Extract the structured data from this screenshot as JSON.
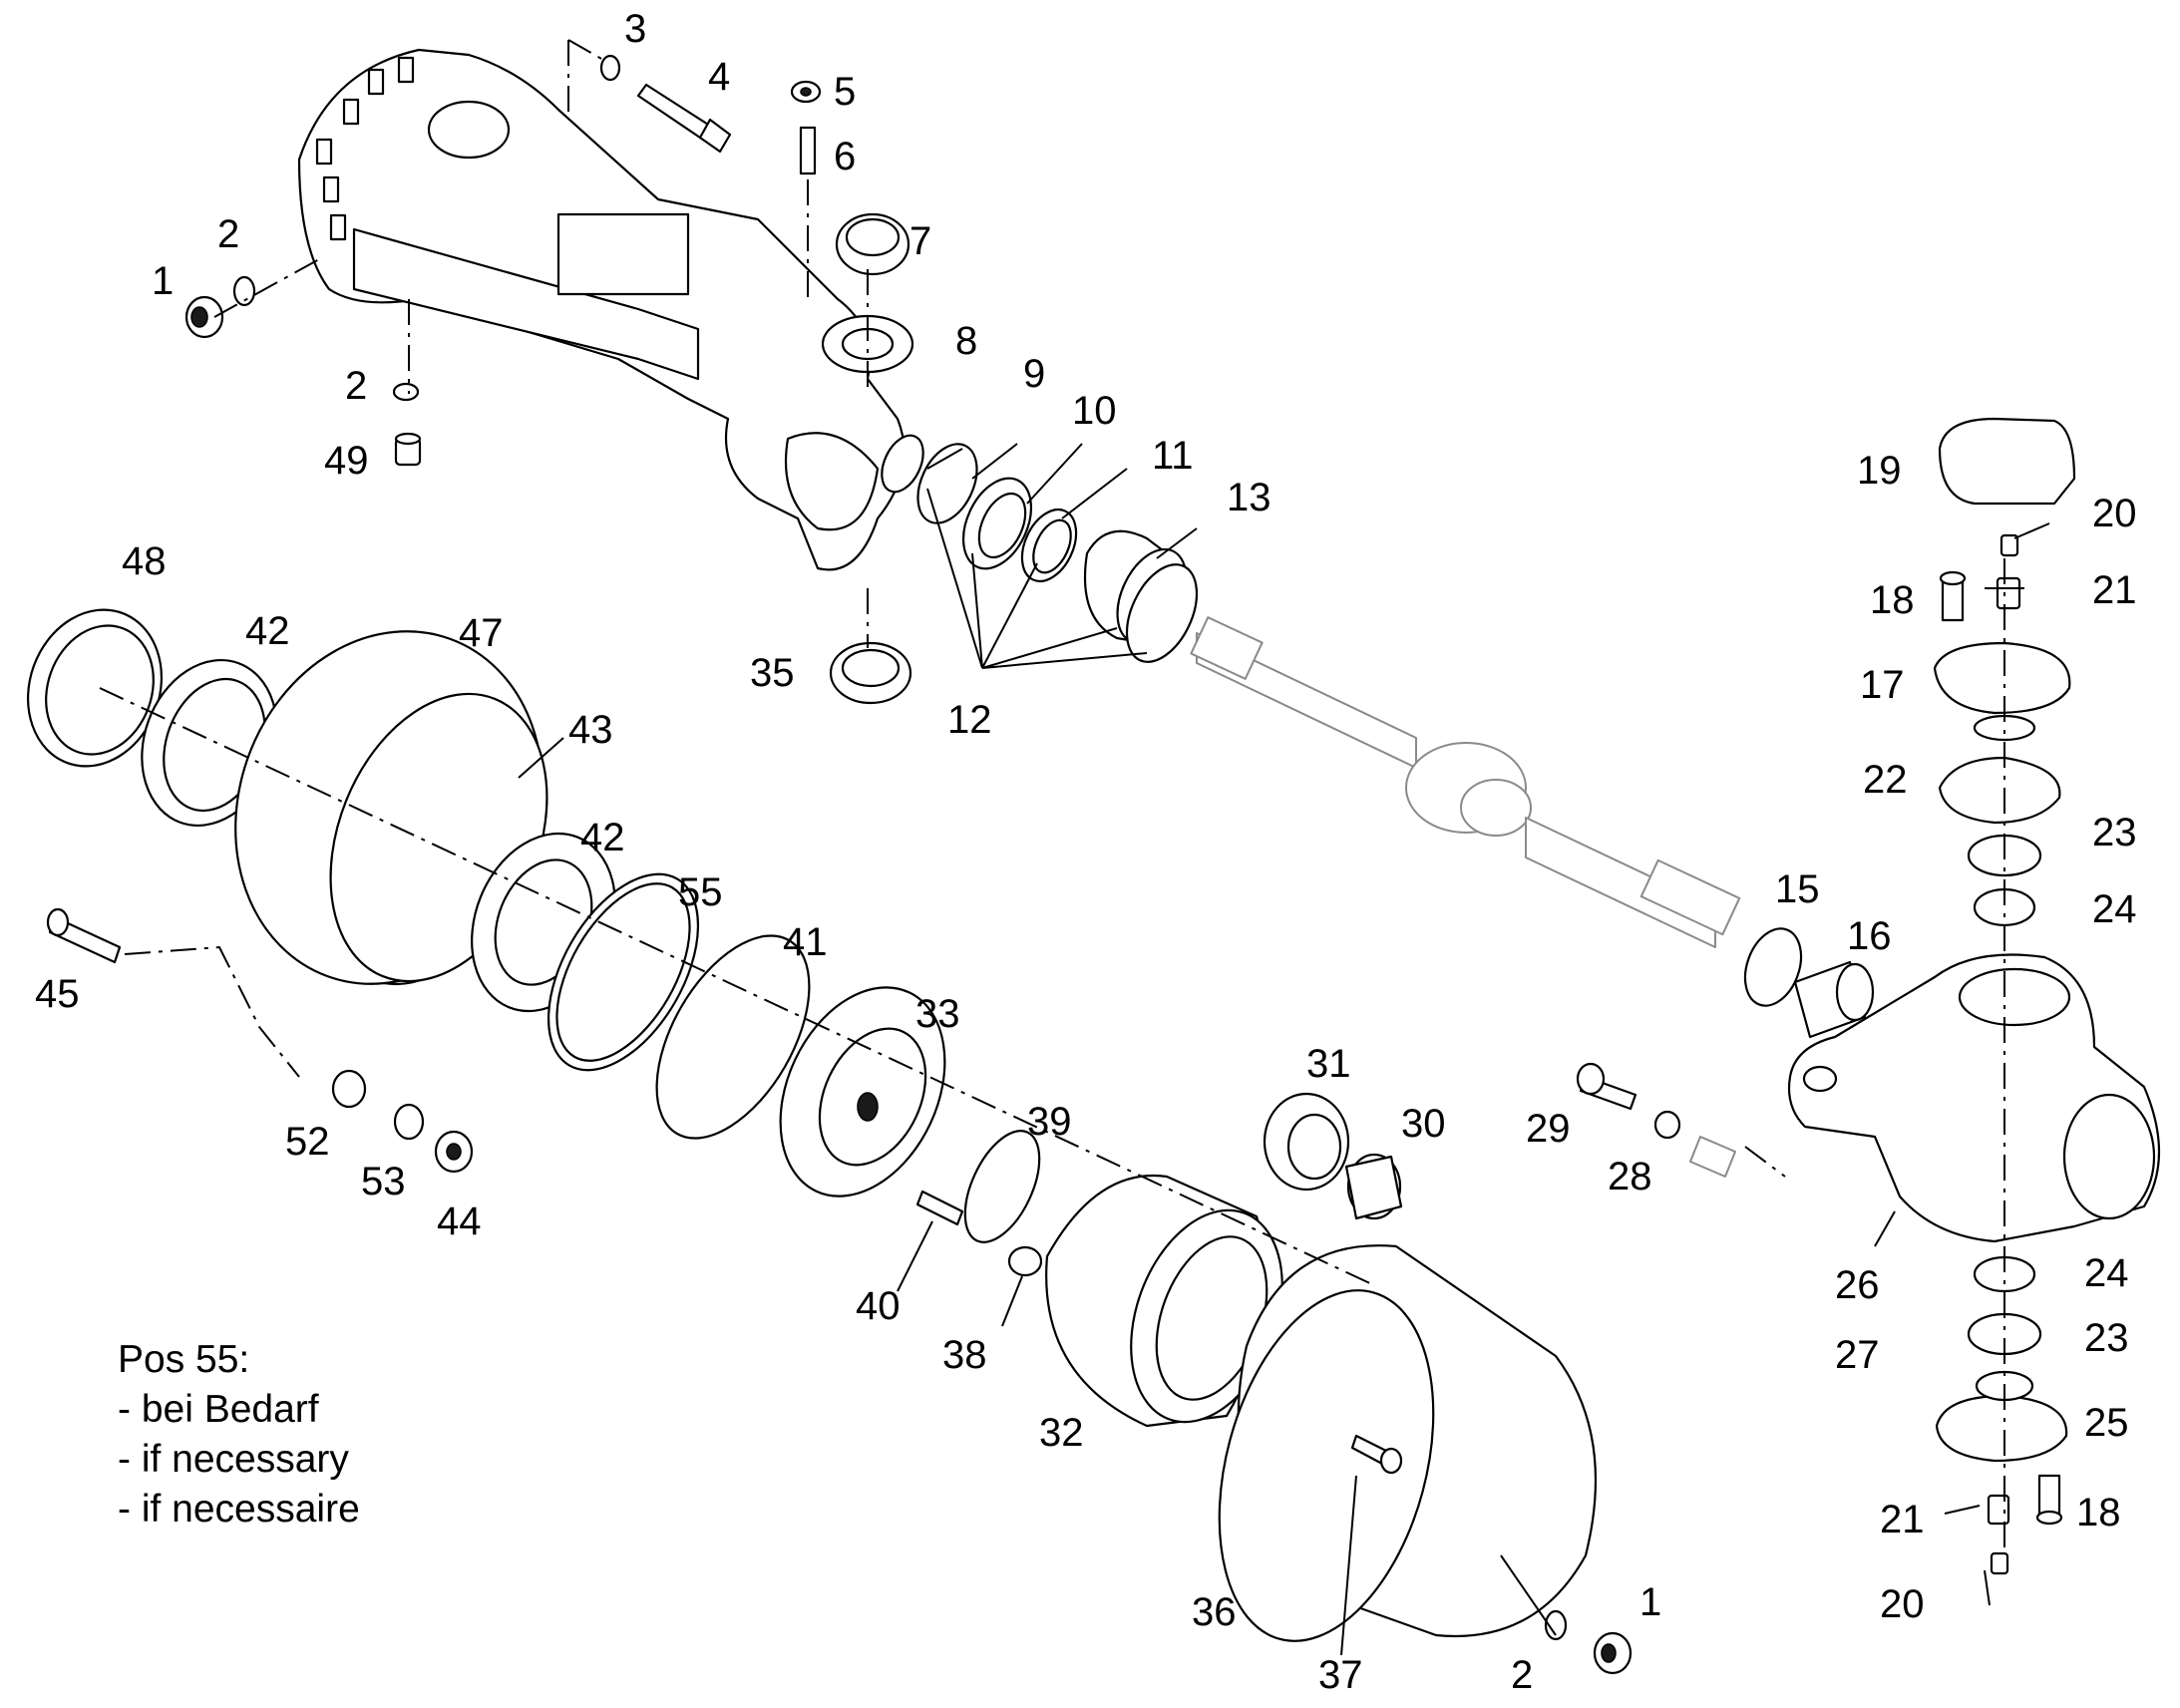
{
  "callouts": [
    {
      "id": "c1a",
      "text": "1"
    },
    {
      "id": "c2a",
      "text": "2"
    },
    {
      "id": "c3",
      "text": "3"
    },
    {
      "id": "c4",
      "text": "4"
    },
    {
      "id": "c5",
      "text": "5"
    },
    {
      "id": "c6",
      "text": "6"
    },
    {
      "id": "c7",
      "text": "7"
    },
    {
      "id": "c2b",
      "text": "2"
    },
    {
      "id": "c49",
      "text": "49"
    },
    {
      "id": "c8",
      "text": "8"
    },
    {
      "id": "c9",
      "text": "9"
    },
    {
      "id": "c10",
      "text": "10"
    },
    {
      "id": "c11",
      "text": "11"
    },
    {
      "id": "c13",
      "text": "13"
    },
    {
      "id": "c35",
      "text": "35"
    },
    {
      "id": "c12",
      "text": "12"
    },
    {
      "id": "c48",
      "text": "48"
    },
    {
      "id": "c42a",
      "text": "42"
    },
    {
      "id": "c47",
      "text": "47"
    },
    {
      "id": "c43",
      "text": "43"
    },
    {
      "id": "c42b",
      "text": "42"
    },
    {
      "id": "c55",
      "text": "55"
    },
    {
      "id": "c41",
      "text": "41"
    },
    {
      "id": "c33",
      "text": "33"
    },
    {
      "id": "c45",
      "text": "45"
    },
    {
      "id": "c52",
      "text": "52"
    },
    {
      "id": "c53",
      "text": "53"
    },
    {
      "id": "c44",
      "text": "44"
    },
    {
      "id": "c39",
      "text": "39"
    },
    {
      "id": "c31",
      "text": "31"
    },
    {
      "id": "c30",
      "text": "30"
    },
    {
      "id": "c40",
      "text": "40"
    },
    {
      "id": "c38",
      "text": "38"
    },
    {
      "id": "c32",
      "text": "32"
    },
    {
      "id": "c36",
      "text": "36"
    },
    {
      "id": "c37",
      "text": "37"
    },
    {
      "id": "c2c",
      "text": "2"
    },
    {
      "id": "c1b",
      "text": "1"
    },
    {
      "id": "c19",
      "text": "19"
    },
    {
      "id": "c20a",
      "text": "20"
    },
    {
      "id": "c18a",
      "text": "18"
    },
    {
      "id": "c21a",
      "text": "21"
    },
    {
      "id": "c17",
      "text": "17"
    },
    {
      "id": "c22",
      "text": "22"
    },
    {
      "id": "c23a",
      "text": "23"
    },
    {
      "id": "c24a",
      "text": "24"
    },
    {
      "id": "c15",
      "text": "15"
    },
    {
      "id": "c16",
      "text": "16"
    },
    {
      "id": "c29",
      "text": "29"
    },
    {
      "id": "c28",
      "text": "28"
    },
    {
      "id": "c26",
      "text": "26"
    },
    {
      "id": "c24b",
      "text": "24"
    },
    {
      "id": "c27",
      "text": "27"
    },
    {
      "id": "c23b",
      "text": "23"
    },
    {
      "id": "c25",
      "text": "25"
    },
    {
      "id": "c21b",
      "text": "21"
    },
    {
      "id": "c18b",
      "text": "18"
    },
    {
      "id": "c20b",
      "text": "20"
    }
  ],
  "note": {
    "title": "Pos 55:",
    "lines": [
      "- bei Bedarf",
      "- if necessary",
      "- if necessaire"
    ]
  }
}
